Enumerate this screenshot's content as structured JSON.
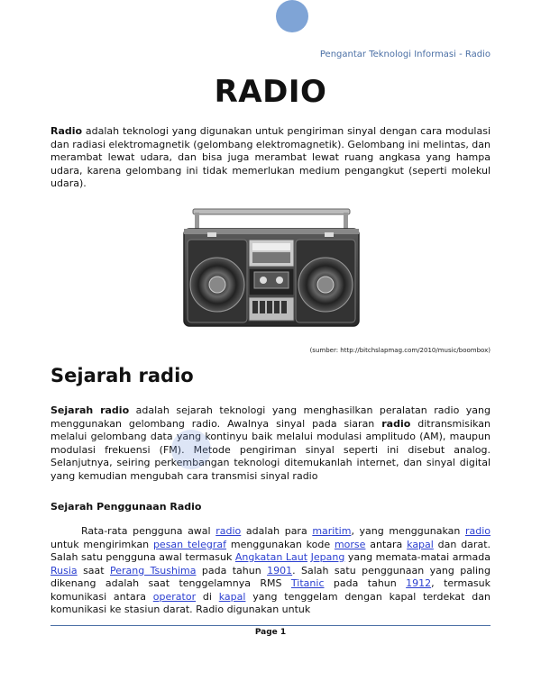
{
  "header": {
    "running_title": "Pengantar Teknologi Informasi - Radio"
  },
  "doc_title": "RADIO",
  "intro": {
    "bold": "Radio",
    "text": " adalah teknologi yang digunakan untuk pengiriman sinyal dengan cara modulasi dan radiasi elektromagnetik (gelombang elektromagnetik). Gelombang ini melintas, dan merambat lewat udara, dan bisa juga merambat lewat ruang angkasa yang hampa udara, karena gelombang ini tidak memerlukan medium pengangkut (seperti molekul udara)."
  },
  "image": {
    "icon": "boombox-radio-image",
    "caption": "(sumber: http://bitchslapmag.com/2010/music/boombox)"
  },
  "section1": {
    "heading": "Sejarah radio",
    "p_bold1": "Sejarah radio",
    "p_text1": " adalah sejarah teknologi yang menghasilkan peralatan radio yang menggunakan gelombang radio. Awalnya sinyal pada siaran ",
    "p_bold2": "radio",
    "p_text2": " ditransmisikan melalui gelombang data yang kontinyu baik melalui modulasi amplitudo (AM), maupun modulasi frekuensi (FM). Metode pengiriman sinyal seperti ini disebut analog. Selanjutnya, seiring perkembangan teknologi ditemukanlah internet, dan sinyal digital yang kemudian mengubah cara transmisi sinyal radio"
  },
  "section2": {
    "heading": "Sejarah Penggunaan Radio",
    "t1": "Rata-rata pengguna awal ",
    "l1": "radio",
    "t2": " adalah para ",
    "l2": "maritim",
    "t3": ", yang menggunakan ",
    "l3": "radio",
    "t4": " untuk mengirimkan ",
    "l4": "pesan telegraf",
    "t5": " menggunakan kode ",
    "l5": "morse",
    "t6": " antara ",
    "l6": "kapal",
    "t7": " dan darat. Salah satu pengguna awal termasuk ",
    "l7": "Angkatan Laut",
    "t8": " ",
    "l8": "Jepang",
    "t9": " yang memata-matai armada ",
    "l9": "Rusia",
    "t10": " saat ",
    "l10": "Perang Tsushima",
    "t11": " pada tahun ",
    "l11": "1901",
    "t12": ". Salah satu penggunaan yang paling dikenang adalah saat tenggelamnya RMS ",
    "l12": "Titanic",
    "t13": " pada tahun ",
    "l13": "1912",
    "t14": ", termasuk komunikasi antara ",
    "l14": "operator",
    "t15": " di ",
    "l15": "kapal",
    "t16": " yang tenggelam dengan kapal terdekat dan komunikasi ke stasiun darat. Radio digunakan untuk"
  },
  "footer": {
    "page_label": "Page 1"
  }
}
